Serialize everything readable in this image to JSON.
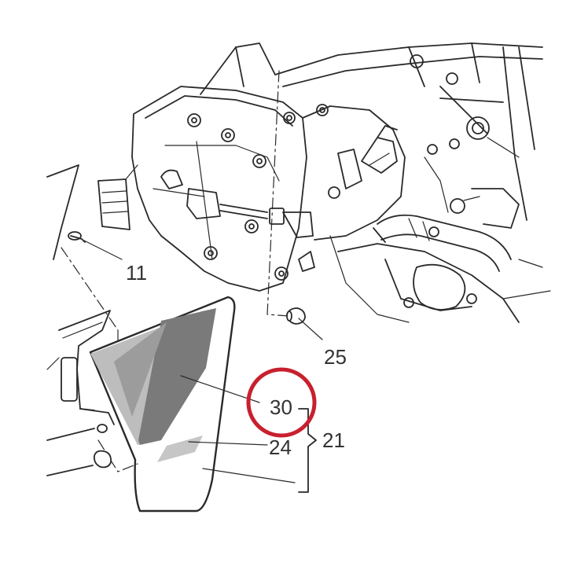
{
  "diagram": {
    "callouts": [
      {
        "id": "c11",
        "label": "11"
      },
      {
        "id": "c25",
        "label": "25"
      },
      {
        "id": "c30",
        "label": "30"
      },
      {
        "id": "c24",
        "label": "24"
      },
      {
        "id": "c21",
        "label": "21"
      }
    ],
    "highlight": {
      "target": "30",
      "color": "#c8202e"
    },
    "colors": {
      "line": "#2a2a2a",
      "panel_dark": "#6f6f6f",
      "panel_mid": "#9a9a9a",
      "panel_light": "#c2c2c2"
    }
  }
}
